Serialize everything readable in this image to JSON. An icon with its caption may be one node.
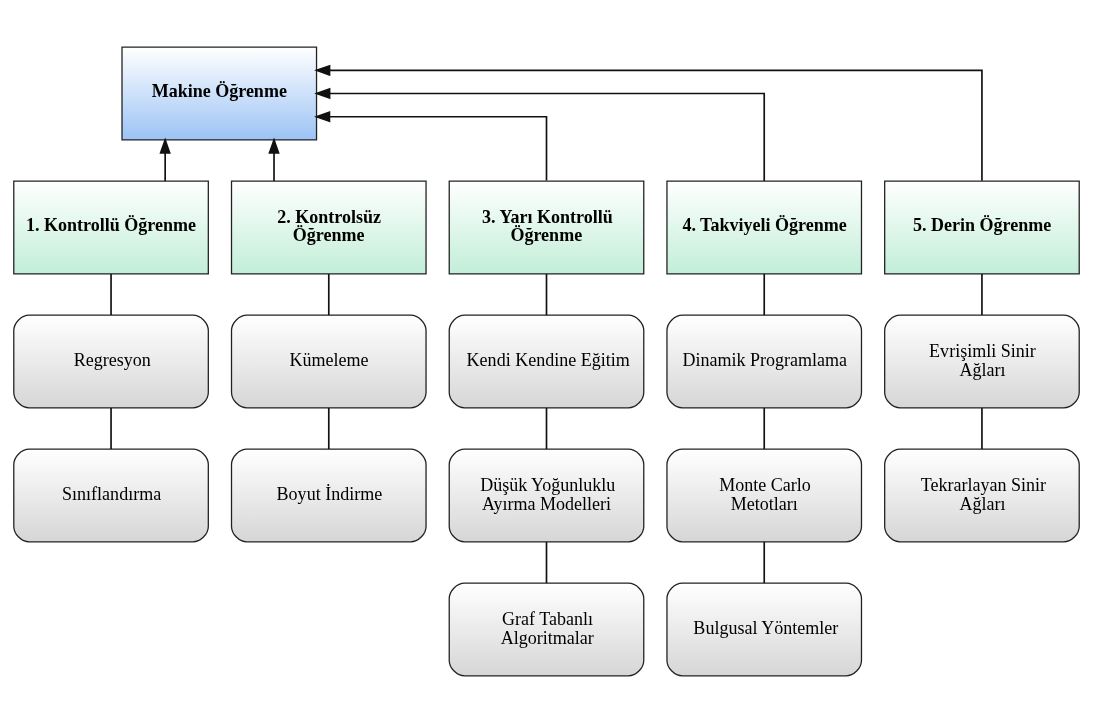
{
  "diagram": {
    "nodes": [
      {
        "text": [
          "Makine Öğrenme"
        ]
      },
      {
        "text": [
          "1. Kontrollü Öğrenme"
        ]
      },
      {
        "text": [
          "2. Kontrolsüz Öğrenme"
        ]
      },
      {
        "text": [
          "3. Yarı Kontrollü Öğrenme"
        ]
      },
      {
        "text": [
          "4. Takviyeli Öğrenme"
        ]
      },
      {
        "text": [
          "5. Derin Öğrenme"
        ]
      },
      {
        "text": [
          "Regresyon"
        ]
      },
      {
        "text": [
          "Sınıflandırma"
        ]
      },
      {
        "text": [
          "Kümeleme"
        ]
      },
      {
        "text": [
          "Boyut İndirme"
        ]
      },
      {
        "text": [
          "Kendi Kendine Eğitim"
        ]
      },
      {
        "text": [
          "Düşük Yoğunluklu Ayırma Modelleri"
        ]
      },
      {
        "text": [
          "Graf Tabanlı Algoritmalar"
        ]
      },
      {
        "text": [
          "Dinamik Programlama"
        ]
      },
      {
        "text": [
          "Monte Carlo Metotları"
        ]
      },
      {
        "text": [
          "Bulgusal Yöntemler"
        ]
      },
      {
        "text": [
          "Evrişimli Sinir Ağları"
        ]
      },
      {
        "text": [
          "Tekrarlayan Sinir Ağları"
        ]
      }
    ],
    "edges": [
      {
        "from": 1,
        "to": 0,
        "arrow": "to"
      },
      {
        "from": 2,
        "to": 0,
        "arrow": "to"
      },
      {
        "from": 3,
        "to": 0,
        "arrow": "to"
      },
      {
        "from": 4,
        "to": 0,
        "arrow": "to"
      },
      {
        "from": 5,
        "to": 0,
        "arrow": "to"
      },
      {
        "from": 1,
        "to": 6,
        "arrow": "none"
      },
      {
        "from": 6,
        "to": 7,
        "arrow": "none"
      },
      {
        "from": 2,
        "to": 8,
        "arrow": "none"
      },
      {
        "from": 8,
        "to": 9,
        "arrow": "none"
      },
      {
        "from": 3,
        "to": 10,
        "arrow": "none"
      },
      {
        "from": 10,
        "to": 11,
        "arrow": "none"
      },
      {
        "from": 11,
        "to": 12,
        "arrow": "none"
      },
      {
        "from": 4,
        "to": 13,
        "arrow": "none"
      },
      {
        "from": 13,
        "to": 14,
        "arrow": "none"
      },
      {
        "from": 14,
        "to": 15,
        "arrow": "none"
      },
      {
        "from": 5,
        "to": 16,
        "arrow": "none"
      },
      {
        "from": 16,
        "to": 17,
        "arrow": "none"
      }
    ]
  }
}
